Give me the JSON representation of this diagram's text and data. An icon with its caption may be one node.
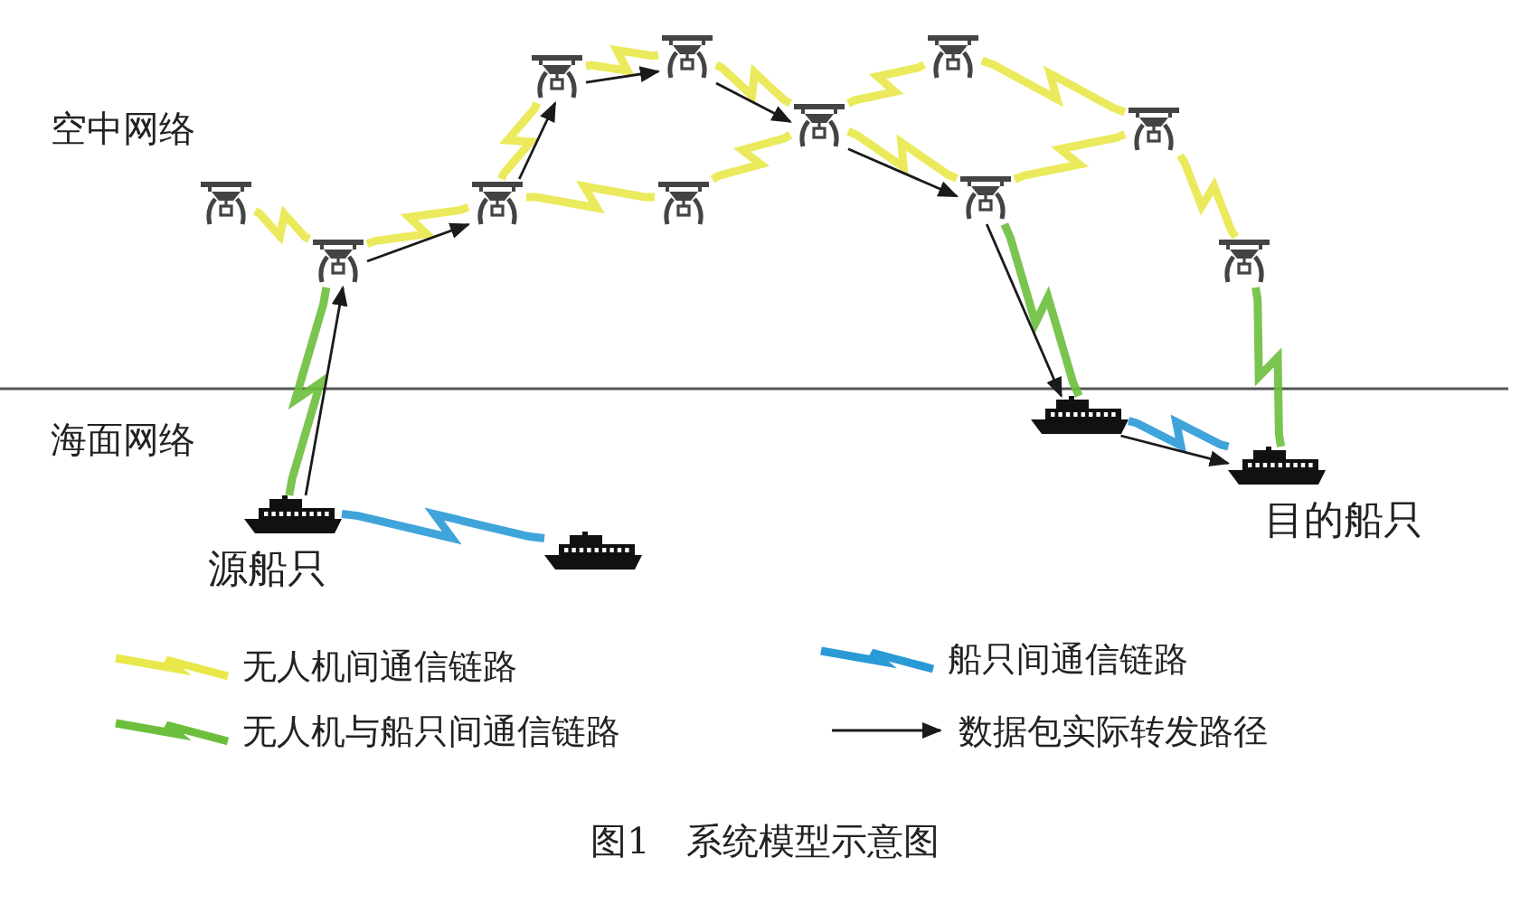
{
  "diagram": {
    "caption": "图1　系统模型示意图",
    "nodes": [
      {
        "text": [],
        "shape": "picture"
      },
      {
        "text": [],
        "shape": "picture"
      },
      {
        "text": [],
        "shape": "picture"
      },
      {
        "text": [],
        "shape": "picture"
      },
      {
        "text": [],
        "shape": "picture"
      },
      {
        "text": [],
        "shape": "picture"
      },
      {
        "text": [],
        "shape": "picture"
      },
      {
        "text": [],
        "shape": "picture"
      },
      {
        "text": [],
        "shape": "picture"
      },
      {
        "text": [],
        "shape": "picture"
      },
      {
        "text": [],
        "shape": "picture"
      },
      {
        "text": [],
        "shape": "picture",
        "beside": [
          "源船只"
        ]
      },
      {
        "text": [],
        "shape": "picture"
      },
      {
        "text": [],
        "shape": "picture"
      },
      {
        "text": [],
        "shape": "picture",
        "beside": [
          "目的船只"
        ]
      }
    ],
    "edges": [
      {
        "from": 0,
        "to": 1,
        "arrow": "none"
      },
      {
        "from": 1,
        "to": 2,
        "arrow": "none"
      },
      {
        "from": 2,
        "to": 3,
        "arrow": "none"
      },
      {
        "from": 3,
        "to": 4,
        "arrow": "none"
      },
      {
        "from": 4,
        "to": 6,
        "arrow": "none"
      },
      {
        "from": 2,
        "to": 5,
        "arrow": "none"
      },
      {
        "from": 5,
        "to": 6,
        "arrow": "none"
      },
      {
        "from": 6,
        "to": 7,
        "arrow": "none"
      },
      {
        "from": 6,
        "to": 8,
        "arrow": "none"
      },
      {
        "from": 7,
        "to": 9,
        "arrow": "none"
      },
      {
        "from": 8,
        "to": 9,
        "arrow": "none"
      },
      {
        "from": 9,
        "to": 10,
        "arrow": "none"
      },
      {
        "from": 11,
        "to": 1,
        "arrow": "none",
        "color": "#6cbf3c"
      },
      {
        "from": 8,
        "to": 13,
        "arrow": "none",
        "color": "#6cbf3c"
      },
      {
        "from": 10,
        "to": 14,
        "arrow": "none",
        "color": "#6cbf3c"
      },
      {
        "from": 11,
        "to": 12,
        "arrow": "none",
        "color": "#2a9ad6"
      },
      {
        "from": 13,
        "to": 14,
        "arrow": "none",
        "color": "#2a9ad6"
      },
      {
        "from": 11,
        "to": 1,
        "arrow": "to",
        "color": "#1a1a1a"
      },
      {
        "from": 1,
        "to": 2,
        "arrow": "to",
        "color": "#1a1a1a"
      },
      {
        "from": 2,
        "to": 3,
        "arrow": "to",
        "color": "#1a1a1a"
      },
      {
        "from": 3,
        "to": 4,
        "arrow": "to",
        "color": "#1a1a1a"
      },
      {
        "from": 4,
        "to": 6,
        "arrow": "to",
        "color": "#1a1a1a"
      },
      {
        "from": 6,
        "to": 8,
        "arrow": "to",
        "color": "#1a1a1a"
      },
      {
        "from": 8,
        "to": 13,
        "arrow": "to",
        "color": "#1a1a1a"
      },
      {
        "from": 13,
        "to": 14,
        "arrow": "to",
        "color": "#1a1a1a"
      }
    ],
    "labels": [
      "空中网络",
      "海面网络"
    ],
    "legend": [
      {
        "text": "无人机间通信链路",
        "color": "#e8e84a"
      },
      {
        "text": "船只间通信链路",
        "color": "#2a9ad6"
      },
      {
        "text": "无人机与船只间通信链路",
        "color": "#6cbf3c"
      },
      {
        "text": "数据包实际转发路径"
      }
    ]
  }
}
